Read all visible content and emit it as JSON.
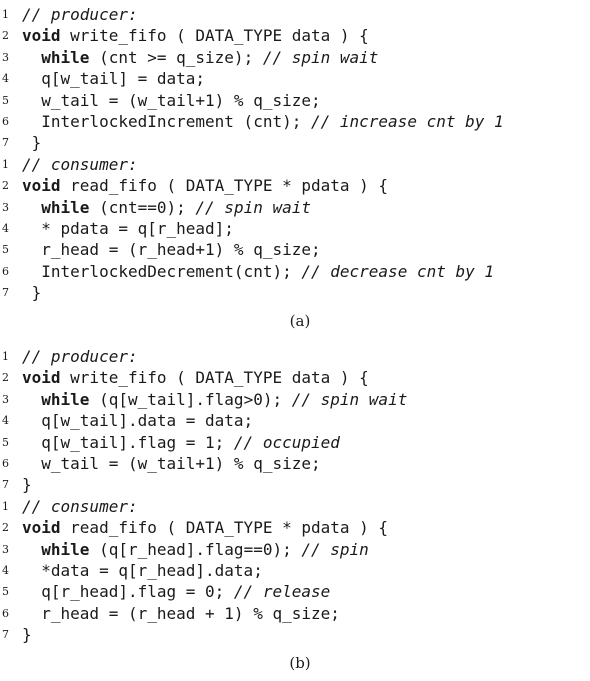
{
  "figure": {
    "listings": [
      {
        "caption": "(a)",
        "lines": [
          {
            "num": "1",
            "segments": [
              {
                "t": "// producer:",
                "s": "cm"
              }
            ]
          },
          {
            "num": "2",
            "segments": [
              {
                "t": "void",
                "s": "kw"
              },
              {
                "t": " write_fifo ( DATA_TYPE data ) {",
                "s": "pl"
              }
            ]
          },
          {
            "num": "3",
            "segments": [
              {
                "t": "  ",
                "s": "pl"
              },
              {
                "t": "while",
                "s": "kw"
              },
              {
                "t": " (cnt >= q_size); ",
                "s": "pl"
              },
              {
                "t": "// spin wait",
                "s": "cm"
              }
            ]
          },
          {
            "num": "4",
            "segments": [
              {
                "t": "  q[w_tail] = data;",
                "s": "pl"
              }
            ]
          },
          {
            "num": "5",
            "segments": [
              {
                "t": "  w_tail = (w_tail+1) % q_size;",
                "s": "pl"
              }
            ]
          },
          {
            "num": "6",
            "segments": [
              {
                "t": "  InterlockedIncrement (cnt); ",
                "s": "pl"
              },
              {
                "t": "// increase cnt by 1",
                "s": "cm"
              }
            ]
          },
          {
            "num": "7",
            "segments": [
              {
                "t": " }",
                "s": "pl"
              }
            ]
          },
          {
            "num": "1",
            "segments": [
              {
                "t": "// consumer:",
                "s": "cm"
              }
            ]
          },
          {
            "num": "2",
            "segments": [
              {
                "t": "void",
                "s": "kw"
              },
              {
                "t": " read_fifo ( DATA_TYPE * pdata ) {",
                "s": "pl"
              }
            ]
          },
          {
            "num": "3",
            "segments": [
              {
                "t": "  ",
                "s": "pl"
              },
              {
                "t": "while",
                "s": "kw"
              },
              {
                "t": " (cnt==0); ",
                "s": "pl"
              },
              {
                "t": "// spin wait",
                "s": "cm"
              }
            ]
          },
          {
            "num": "4",
            "segments": [
              {
                "t": "  * pdata = q[r_head];",
                "s": "pl"
              }
            ]
          },
          {
            "num": "5",
            "segments": [
              {
                "t": "  r_head = (r_head+1) % q_size;",
                "s": "pl"
              }
            ]
          },
          {
            "num": "6",
            "segments": [
              {
                "t": "  InterlockedDecrement(cnt); ",
                "s": "pl"
              },
              {
                "t": "// decrease cnt by 1",
                "s": "cm"
              }
            ]
          },
          {
            "num": "7",
            "segments": [
              {
                "t": " }",
                "s": "pl"
              }
            ]
          }
        ]
      },
      {
        "caption": "(b)",
        "lines": [
          {
            "num": "1",
            "segments": [
              {
                "t": "// producer:",
                "s": "cm"
              }
            ]
          },
          {
            "num": "2",
            "segments": [
              {
                "t": "void",
                "s": "kw"
              },
              {
                "t": " write_fifo ( DATA_TYPE data ) {",
                "s": "pl"
              }
            ]
          },
          {
            "num": "3",
            "segments": [
              {
                "t": "  ",
                "s": "pl"
              },
              {
                "t": "while",
                "s": "kw"
              },
              {
                "t": " (q[w_tail].flag>0); ",
                "s": "pl"
              },
              {
                "t": "// spin wait",
                "s": "cm"
              }
            ]
          },
          {
            "num": "4",
            "segments": [
              {
                "t": "  q[w_tail].data = data;",
                "s": "pl"
              }
            ]
          },
          {
            "num": "5",
            "segments": [
              {
                "t": "  q[w_tail].flag = 1; ",
                "s": "pl"
              },
              {
                "t": "// occupied",
                "s": "cm"
              }
            ]
          },
          {
            "num": "6",
            "segments": [
              {
                "t": "  w_tail = (w_tail+1) % q_size;",
                "s": "pl"
              }
            ]
          },
          {
            "num": "7",
            "segments": [
              {
                "t": "}",
                "s": "pl"
              }
            ]
          },
          {
            "num": "1",
            "segments": [
              {
                "t": "// consumer:",
                "s": "cm"
              }
            ]
          },
          {
            "num": "2",
            "segments": [
              {
                "t": "void",
                "s": "kw"
              },
              {
                "t": " read_fifo ( DATA_TYPE * pdata ) {",
                "s": "pl"
              }
            ]
          },
          {
            "num": "3",
            "segments": [
              {
                "t": "  ",
                "s": "pl"
              },
              {
                "t": "while",
                "s": "kw"
              },
              {
                "t": " (q[r_head].flag==0); ",
                "s": "pl"
              },
              {
                "t": "// spin",
                "s": "cm"
              }
            ]
          },
          {
            "num": "4",
            "segments": [
              {
                "t": "  *data = q[r_head].data;",
                "s": "pl"
              }
            ]
          },
          {
            "num": "5",
            "segments": [
              {
                "t": "  q[r_head].flag = 0; ",
                "s": "pl"
              },
              {
                "t": "// release",
                "s": "cm"
              }
            ]
          },
          {
            "num": "6",
            "segments": [
              {
                "t": "  r_head = (r_head + 1) % q_size;",
                "s": "pl"
              }
            ]
          },
          {
            "num": "7",
            "segments": [
              {
                "t": "}",
                "s": "pl"
              }
            ]
          }
        ]
      }
    ]
  }
}
